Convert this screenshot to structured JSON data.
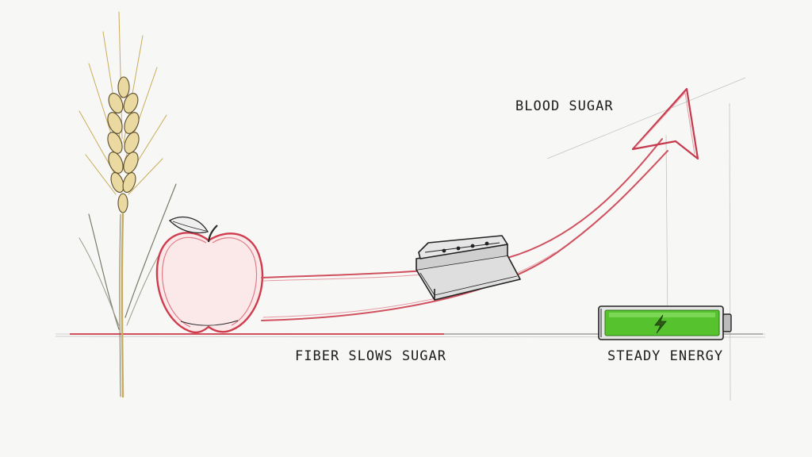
{
  "labels": {
    "blood_sugar": "BLOOD SUGAR",
    "fiber_slows_sugar": "FIBER SLOWS SUGAR",
    "steady_energy": "STEADY ENERGY"
  },
  "colors": {
    "background": "#f7f7f5",
    "curve": "#d0505e",
    "ink": "#2a2a2a",
    "wheat": "#c9ad5a",
    "battery": "#56c22e"
  },
  "icons": [
    "wheat-icon",
    "apple-icon",
    "fiber-bar-icon",
    "battery-icon",
    "lightning-icon",
    "arrowhead-icon"
  ]
}
